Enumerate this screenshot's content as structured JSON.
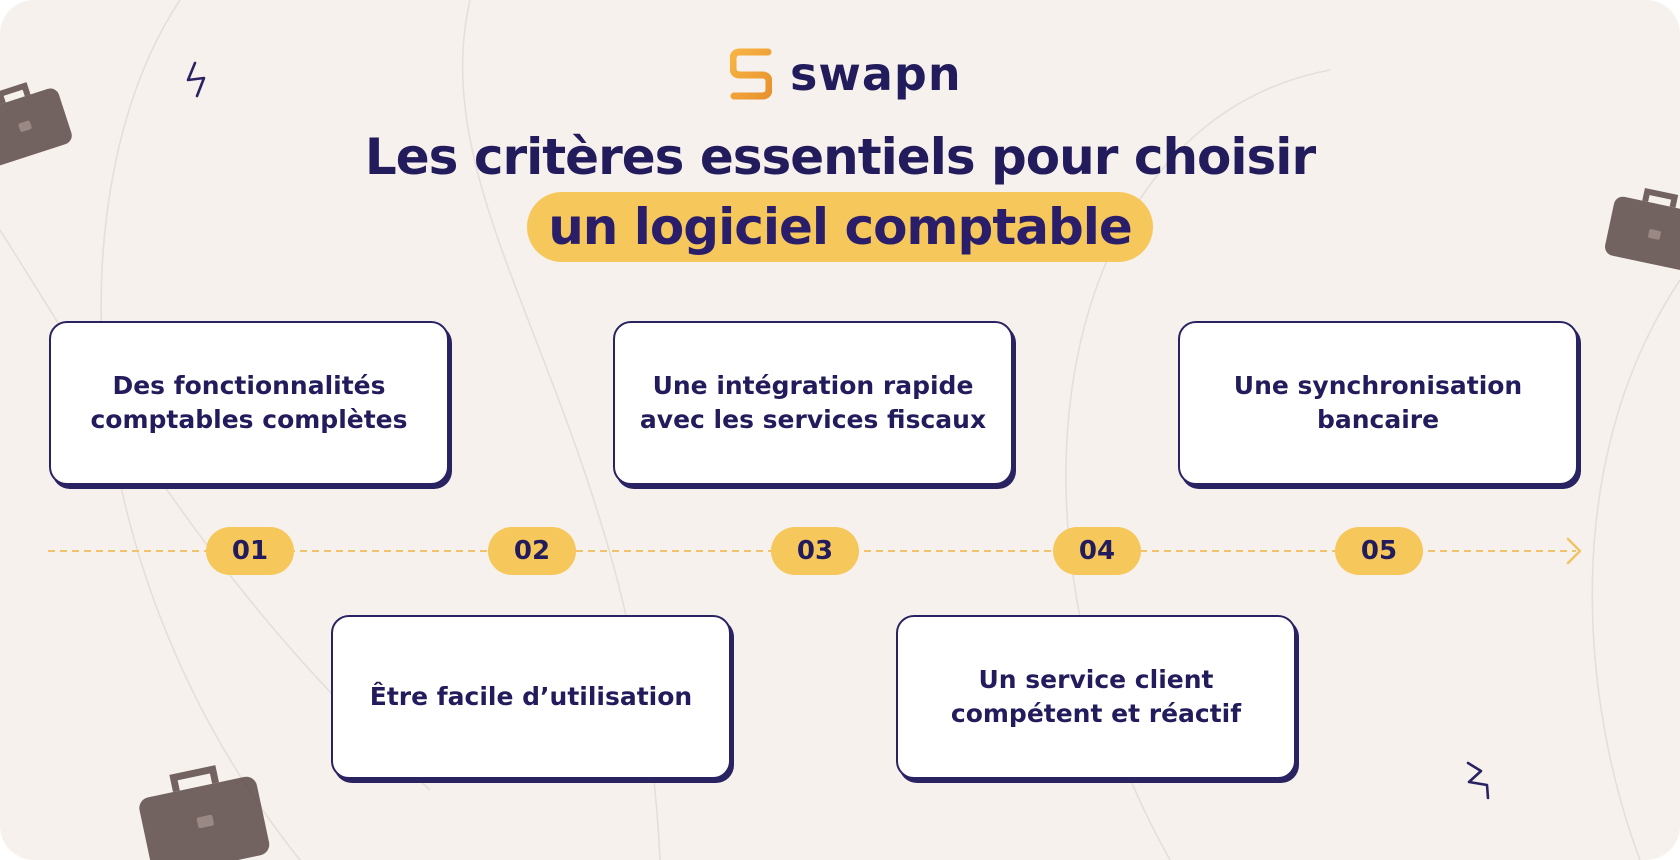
{
  "brand": {
    "name": "swapn",
    "colors": {
      "navy": "#231c5c",
      "yellow": "#f6c75a",
      "orange": "#e8922e",
      "background": "#f6f1ec"
    }
  },
  "title": {
    "line1": "Les critères essentiels pour choisir",
    "line2": "un logiciel comptable"
  },
  "criteria": [
    {
      "number": "01",
      "label": "Des fonctionnalités\ncomptables complètes"
    },
    {
      "number": "02",
      "label": "Être facile d’utilisation"
    },
    {
      "number": "03",
      "label": "Une intégration rapide\navec les services fiscaux"
    },
    {
      "number": "04",
      "label": "Un service client\ncompétent et réactif"
    },
    {
      "number": "05",
      "label": "Une synchronisation\nbancaire"
    }
  ],
  "icons": [
    "swapn-logo-icon",
    "lightning-icon",
    "briefcase-icon",
    "arrow-right-icon"
  ]
}
